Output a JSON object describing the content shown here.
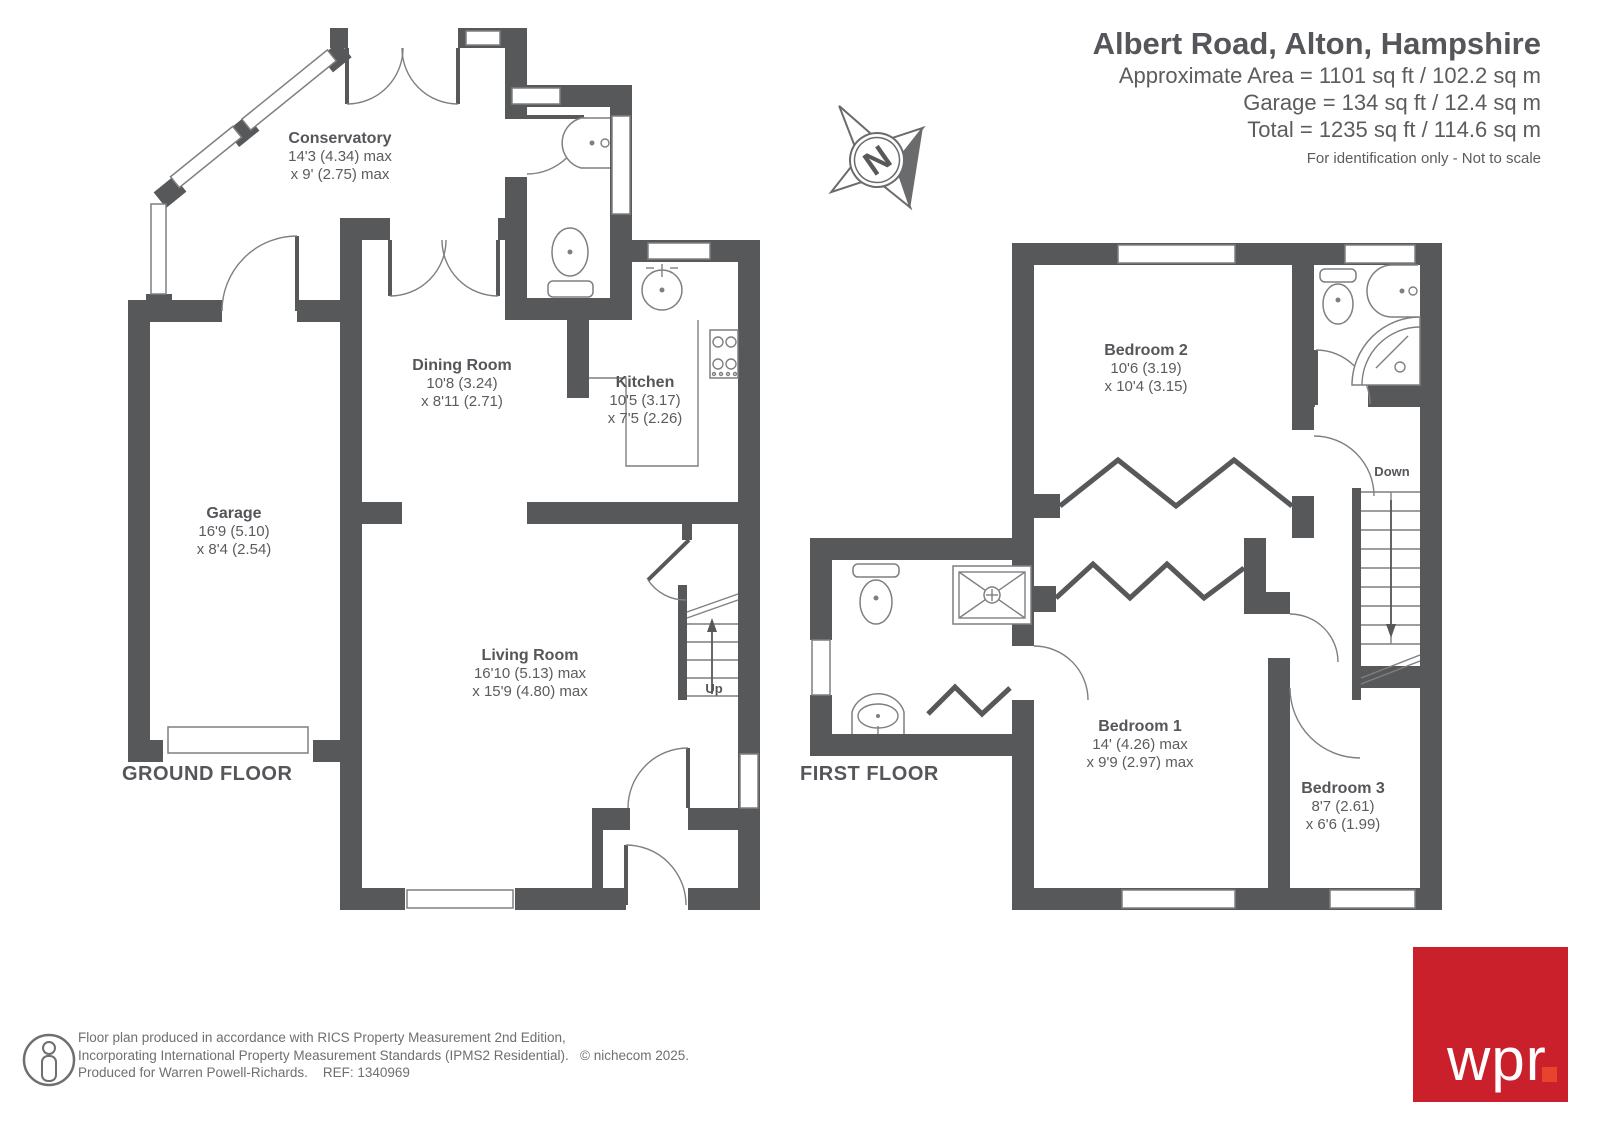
{
  "header": {
    "title": "Albert Road, Alton, Hampshire",
    "area_line1": "Approximate Area = 1101 sq ft / 102.2 sq m",
    "area_line2": "Garage = 134 sq ft / 12.4 sq m",
    "area_line3": "Total = 1235 sq ft / 114.6 sq m",
    "note": "For identification only - Not to scale"
  },
  "compass": {
    "label": "N"
  },
  "floors": {
    "ground": {
      "title": "GROUND FLOOR",
      "rooms": [
        {
          "name": "Conservatory",
          "dim1": "14'3 (4.34) max",
          "dim2": "x 9' (2.75) max"
        },
        {
          "name": "Dining Room",
          "dim1": "10'8 (3.24)",
          "dim2": "x 8'11 (2.71)"
        },
        {
          "name": "Kitchen",
          "dim1": "10'5 (3.17)",
          "dim2": "x 7'5 (2.26)"
        },
        {
          "name": "Garage",
          "dim1": "16'9 (5.10)",
          "dim2": "x 8'4 (2.54)"
        },
        {
          "name": "Living Room",
          "dim1": "16'10 (5.13) max",
          "dim2": "x 15'9 (4.80) max"
        }
      ]
    },
    "first": {
      "title": "FIRST FLOOR",
      "rooms": [
        {
          "name": "Bedroom 2",
          "dim1": "10'6 (3.19)",
          "dim2": "x 10'4 (3.15)"
        },
        {
          "name": "Bedroom 1",
          "dim1": "14' (4.26) max",
          "dim2": "x 9'9 (2.97) max"
        },
        {
          "name": "Bedroom 3",
          "dim1": "8'7 (2.61)",
          "dim2": "x 6'6 (1.99)"
        }
      ]
    }
  },
  "stairs": {
    "up": "Up",
    "down": "Down"
  },
  "footer": {
    "line1": "Floor plan produced in accordance with RICS Property Measurement 2nd Edition,",
    "line2": "Incorporating International Property Measurement Standards (IPMS2 Residential).",
    "copyright": "© nichecom 2025.",
    "line3": "Produced for Warren Powell-Richards.",
    "ref": "REF: 1340969",
    "logo_text": "wpr"
  },
  "colors": {
    "wall": "#57585a",
    "logo_red": "#c9202c",
    "logo_dot": "#e8442d"
  }
}
